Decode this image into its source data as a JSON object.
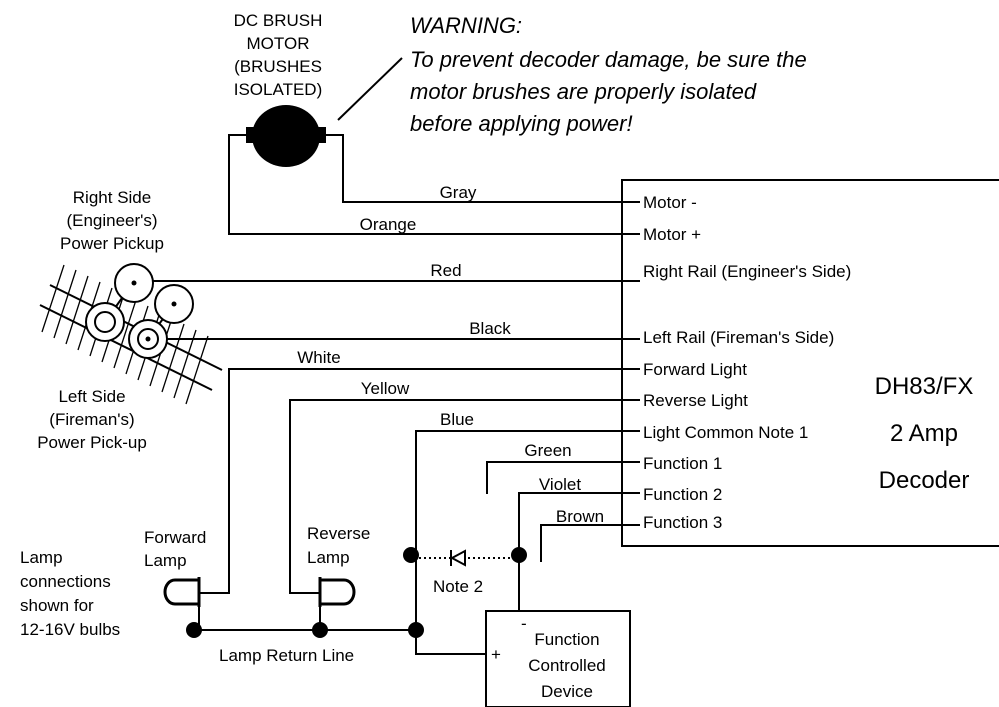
{
  "motor": {
    "label_lines": [
      "DC BRUSH",
      "MOTOR",
      "(BRUSHES",
      "ISOLATED)"
    ]
  },
  "warning": {
    "title": "WARNING:",
    "lines": [
      "To prevent decoder damage, be sure the",
      "motor brushes are properly isolated",
      "before applying power!"
    ]
  },
  "right_side": {
    "lines": [
      "Right Side",
      "(Engineer's)",
      "Power Pickup"
    ]
  },
  "left_side": {
    "lines": [
      "Left Side",
      "(Fireman's)",
      "Power Pick-up"
    ]
  },
  "decoder": {
    "name_lines": [
      "DH83/FX",
      "2 Amp",
      "Decoder"
    ],
    "terminals": [
      "Motor -",
      "Motor +",
      "Right Rail (Engineer's Side)",
      "Left Rail (Fireman's Side)",
      "Forward Light",
      "Reverse Light",
      "Light Common Note 1",
      "Function 1",
      "Function 2",
      "Function 3"
    ]
  },
  "wires": [
    "Gray",
    "Orange",
    "Red",
    "Black",
    "White",
    "Yellow",
    "Blue",
    "Green",
    "Violet",
    "Brown"
  ],
  "lamps": {
    "forward": [
      "Forward",
      "Lamp"
    ],
    "reverse": [
      "Reverse",
      "Lamp"
    ],
    "note_lines": [
      "Lamp",
      "connections",
      "shown for",
      "12-16V bulbs"
    ],
    "return_line": "Lamp Return Line"
  },
  "note2": "Note 2",
  "device": {
    "lines": [
      "Function",
      "Controlled",
      "Device"
    ],
    "minus": "-",
    "plus": "+"
  }
}
